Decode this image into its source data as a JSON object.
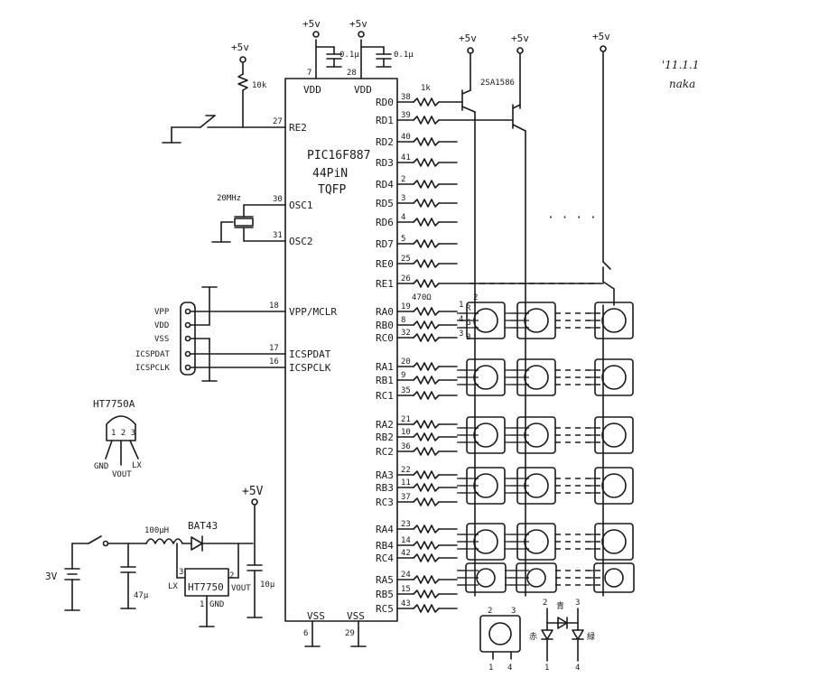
{
  "header": {
    "date": "'11.1.1",
    "author": "naka"
  },
  "chip": {
    "name": "PIC16F887",
    "package_line1": "44PiN",
    "package_line2": "TQFP"
  },
  "power": {
    "p5v": "+5v",
    "p5v_big": "+5V"
  },
  "caps": {
    "c1": "0.1μ",
    "c2": "0.1μ",
    "c47": "47μ",
    "c10": "10μ"
  },
  "misc": {
    "r10k": "10k",
    "r1k": "1k",
    "r470": "470Ω",
    "crystal": "20MHz",
    "transistor": "2SA1586",
    "dots": "· · · ·",
    "ht7750a": "HT7750A",
    "ht_pins": "1 2 3",
    "ht_gnd": "GND",
    "ht_vout": "VOUT",
    "ht_lx": "LX",
    "inductor": "100μH",
    "diode": "BAT43",
    "battery": "3V",
    "ic_name": "HT7750",
    "ic_lx": "LX",
    "ic_vout": "VOUT",
    "ic_gnd": "GND",
    "ic_p1": "1",
    "ic_p2": "2",
    "ic_p3": "3",
    "led_sel_2": "2",
    "led_sel_3": "3",
    "legend_btn_2": "2",
    "legend_btn_3": "3",
    "legend_btn_1": "1",
    "legend_btn_4": "4",
    "legend_led_2": "2",
    "legend_led_blue": "青",
    "legend_led_3": "3",
    "legend_led_red": "赤",
    "legend_led_green": "緑",
    "legend_led_1": "1",
    "legend_led_4": "4",
    "rgb_1": "1",
    "rgb_R": "R",
    "rgb_4": "4",
    "rgb_G": "G",
    "rgb_3": "3",
    "rgb_B": "B",
    "rgb_2": "2"
  },
  "left_pins": [
    {
      "label": "RE2",
      "num": "27"
    },
    {
      "label": "OSC1",
      "num": "30"
    },
    {
      "label": "OSC2",
      "num": "31"
    },
    {
      "label": "VPP/MCLR",
      "num": "18"
    },
    {
      "label": "ICSPDAT",
      "num": "17"
    },
    {
      "label": "ICSPCLK",
      "num": "16"
    }
  ],
  "top_pins": [
    {
      "label": "VDD",
      "num": "7"
    },
    {
      "label": "VDD",
      "num": "28"
    }
  ],
  "bottom_pins": [
    {
      "label": "VSS",
      "num": "6"
    },
    {
      "label": "VSS",
      "num": "29"
    }
  ],
  "icsp_labels": [
    "VPP",
    "VDD",
    "VSS",
    "ICSPDAT",
    "ICSPCLK"
  ],
  "right_pins": [
    {
      "label": "RD0",
      "num": "38"
    },
    {
      "label": "RD1",
      "num": "39"
    },
    {
      "label": "RD2",
      "num": "40"
    },
    {
      "label": "RD3",
      "num": "41"
    },
    {
      "label": "RD4",
      "num": "2"
    },
    {
      "label": "RD5",
      "num": "3"
    },
    {
      "label": "RD6",
      "num": "4"
    },
    {
      "label": "RD7",
      "num": "5"
    },
    {
      "label": "RE0",
      "num": "25"
    },
    {
      "label": "RE1",
      "num": "26"
    },
    {
      "label": "RA0",
      "num": "19"
    },
    {
      "label": "RB0",
      "num": "8"
    },
    {
      "label": "RC0",
      "num": "32"
    },
    {
      "label": "RA1",
      "num": "20"
    },
    {
      "label": "RB1",
      "num": "9"
    },
    {
      "label": "RC1",
      "num": "35"
    },
    {
      "label": "RA2",
      "num": "21"
    },
    {
      "label": "RB2",
      "num": "10"
    },
    {
      "label": "RC2",
      "num": "36"
    },
    {
      "label": "RA3",
      "num": "22"
    },
    {
      "label": "RB3",
      "num": "11"
    },
    {
      "label": "RC3",
      "num": "37"
    },
    {
      "label": "RA4",
      "num": "23"
    },
    {
      "label": "RB4",
      "num": "14"
    },
    {
      "label": "RC4",
      "num": "42"
    },
    {
      "label": "RA5",
      "num": "24"
    },
    {
      "label": "RB5",
      "num": "15"
    },
    {
      "label": "RC5",
      "num": "43"
    }
  ]
}
